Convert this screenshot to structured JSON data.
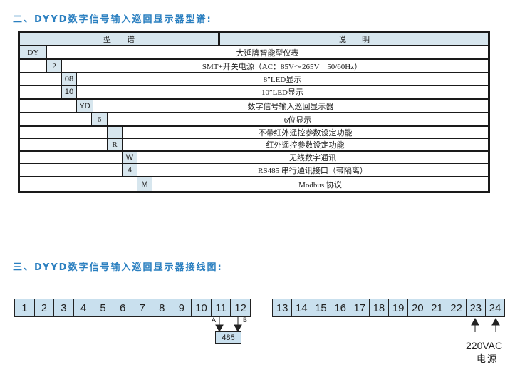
{
  "section2": {
    "title": "二、DYYD数字信号输入巡回显示器型谱:",
    "header": {
      "model": "型　　谱",
      "desc": "说　　明"
    },
    "rows": [
      {
        "code": "DY",
        "desc": "大延牌智能型仪表"
      },
      {
        "code": "2",
        "desc": "SMT+开关电源（AC：85V～265V　50/60Hz）"
      },
      {
        "code": "08",
        "desc": "8″LED显示"
      },
      {
        "code": "10",
        "desc": "10″LED显示"
      },
      {
        "code": "YD",
        "desc": "数字信号输入巡回显示器"
      },
      {
        "code": "6",
        "desc": "6位显示"
      },
      {
        "code": "",
        "desc": "不带红外遥控参数设定功能"
      },
      {
        "code": "R",
        "desc": "红外遥控参数设定功能"
      },
      {
        "code": "W",
        "desc": "无线数字通讯"
      },
      {
        "code": "4",
        "desc": "RS485 串行通讯接口（带隔离）"
      },
      {
        "code": "M",
        "desc": "Modbus 协议"
      }
    ]
  },
  "section3": {
    "title": "三、DYYD数字信号输入巡回显示器接线图:",
    "terminals_left": [
      "1",
      "2",
      "3",
      "4",
      "5",
      "6",
      "7",
      "8",
      "9",
      "10",
      "11",
      "12"
    ],
    "terminals_right": [
      "13",
      "14",
      "15",
      "16",
      "17",
      "18",
      "19",
      "20",
      "21",
      "22",
      "23",
      "24"
    ],
    "label_a": "A",
    "label_b": "B",
    "rs485": "485",
    "power_voltage": "220VAC",
    "power_label": "电源"
  }
}
